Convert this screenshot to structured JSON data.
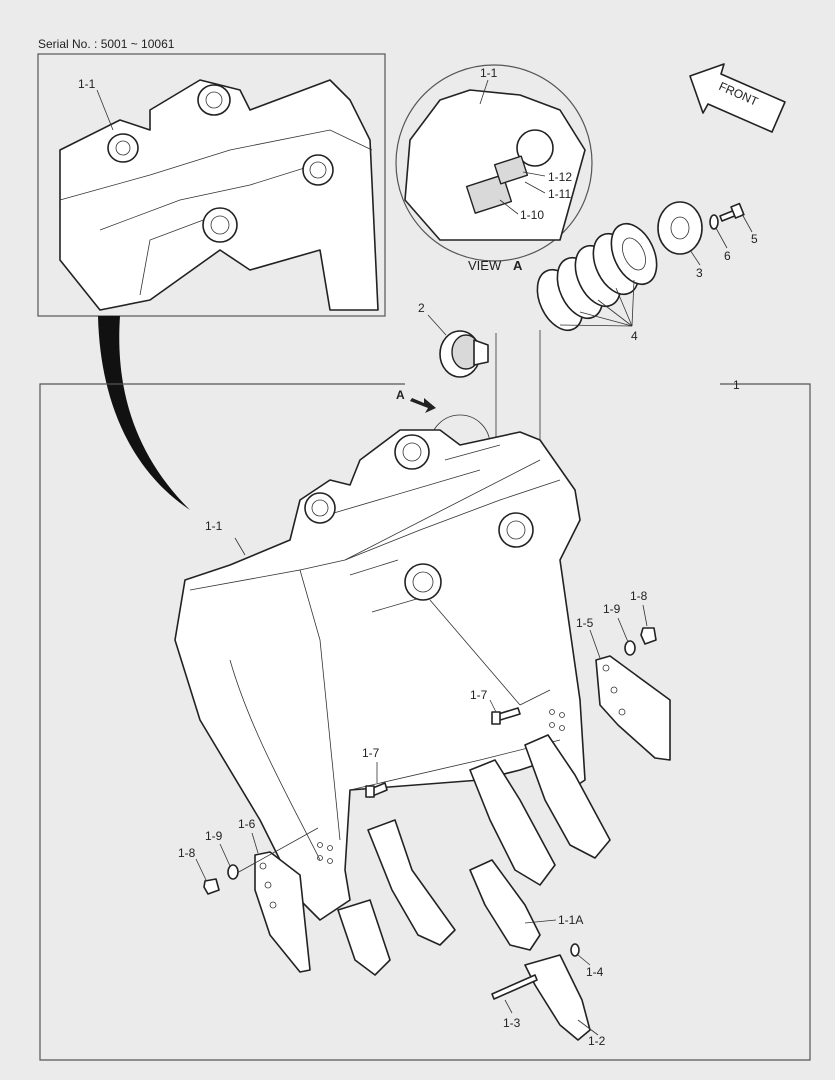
{
  "header": {
    "serial": "Serial No. : 5001 ~ 10061"
  },
  "view": {
    "label_prefix": "VIEW",
    "label_letter": "A"
  },
  "arrow": {
    "front": "FRONT",
    "view_letter": "A"
  },
  "callouts": {
    "inset_1_1": "1-1",
    "view_1_1": "1-1",
    "view_1_12": "1-12",
    "view_1_11": "1-11",
    "view_1_10": "1-10",
    "p5": "5",
    "p6": "6",
    "p3": "3",
    "p4": "4",
    "p2": "2",
    "p1": "1",
    "main_1_1": "1-1",
    "r_1_9": "1-9",
    "r_1_8": "1-8",
    "r_1_5": "1-5",
    "m_1_7a": "1-7",
    "m_1_7b": "1-7",
    "l_1_6": "1-6",
    "l_1_9": "1-9",
    "l_1_8": "1-8",
    "p_1_1A": "1-1A",
    "p_1_4": "1-4",
    "p_1_3": "1-3",
    "p_1_2": "1-2"
  }
}
